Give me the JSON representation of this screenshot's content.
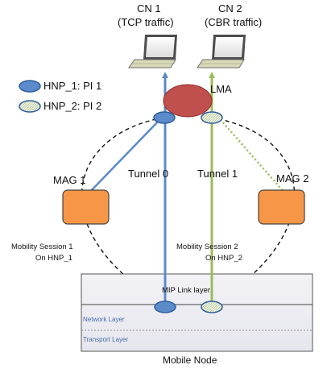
{
  "colors": {
    "blue": "#5b8bc9",
    "blue_dark": "#2f5f9e",
    "green": "#9bbb59",
    "orange": "#f79646",
    "lma_red": "#c0504d",
    "hatch_fill": "#dfe8d0"
  },
  "correspondent_nodes": [
    {
      "name": "CN 1",
      "traffic": "(TCP traffic)"
    },
    {
      "name": "CN 2",
      "traffic": "(CBR traffic)"
    }
  ],
  "legend": [
    {
      "label": "HNP_1: PI 1",
      "icon": "solid-blue-ellipse"
    },
    {
      "label": "HNP_2: PI 2",
      "icon": "hatched-ellipse"
    }
  ],
  "lma_label": "LMA",
  "mag_labels": [
    "MAG 1",
    "MAG 2"
  ],
  "tunnel_labels": [
    "Tunnel 0",
    "Tunnel 1"
  ],
  "mobility_sessions": [
    {
      "line1": "Mobility Session 1",
      "line2": "On HNP_1"
    },
    {
      "line1": "Mobility Session 2",
      "line2": "On HNP_2"
    }
  ],
  "mobile_node": {
    "title": "Mobile Node",
    "layers": [
      "MIP Link layer",
      "Network Layer",
      "Transport Layer"
    ]
  }
}
